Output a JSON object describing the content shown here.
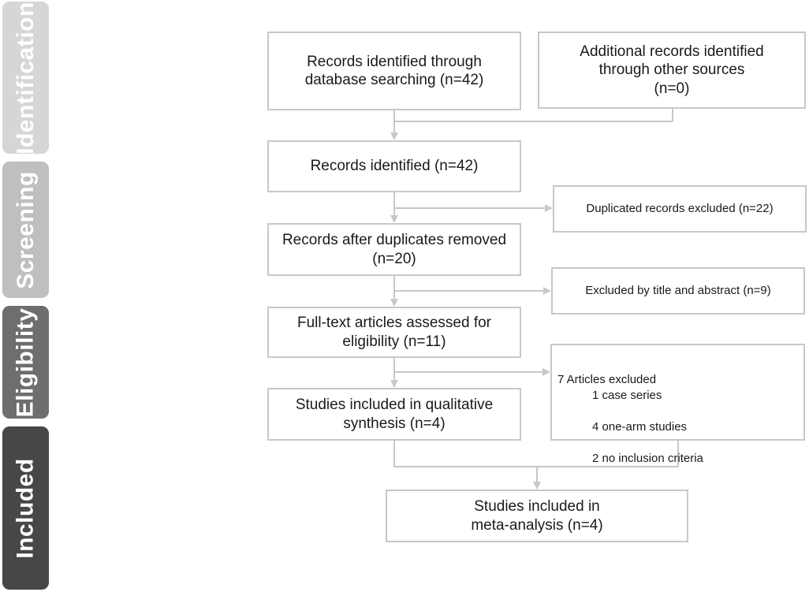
{
  "stages": {
    "identification": "Identification",
    "screening": "Screening",
    "eligibility": "Eligibility",
    "included": "Included"
  },
  "stage_colors": {
    "identification": "#d6d6d6",
    "screening": "#bfbfbf",
    "eligibility": "#6e6e6e",
    "included": "#474747"
  },
  "connector_color": "#c8c8c8",
  "boxes": {
    "database_search": "Records identified through\ndatabase searching (n=42)",
    "other_sources": "Additional records identified\nthrough other sources\n(n=0)",
    "records_identified": "Records identified (n=42)",
    "duplicates_excluded": "Duplicated records excluded (n=22)",
    "after_duplicates": "Records after duplicates removed\n(n=20)",
    "title_abstract_excluded": "Excluded by title and abstract (n=9)",
    "fulltext_assessed": "Full-text articles assessed for\neligibility (n=11)",
    "articles_excluded": {
      "title": "7 Articles excluded",
      "reasons": [
        "1 case series",
        "4 one-arm studies",
        "2 no inclusion criteria"
      ]
    },
    "qualitative": "Studies included in qualitative\nsynthesis (n=4)",
    "meta_analysis": "Studies included in\nmeta-analysis (n=4)"
  }
}
